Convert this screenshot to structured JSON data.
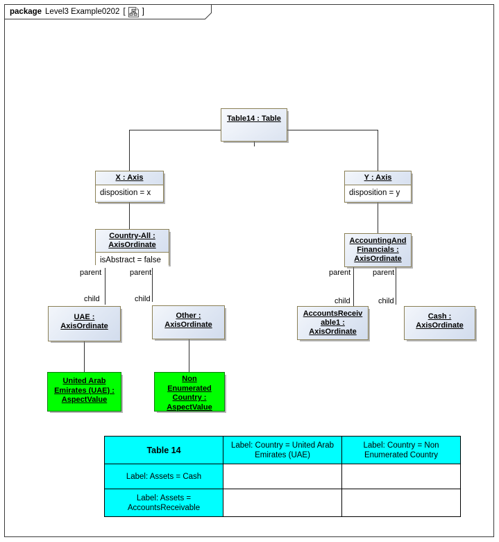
{
  "frame": {
    "keyword": "package",
    "name": "Level3 Example0202",
    "bracket_open": "[",
    "tab_icon": "package-diagram-icon",
    "diagram_name": "Level3 Example0202",
    "bracket_close": "]"
  },
  "nodes": {
    "table14": {
      "title": "Table14 : Table"
    },
    "x_axis": {
      "title": "X : Axis",
      "attribute": "disposition = x"
    },
    "y_axis": {
      "title": "Y : Axis",
      "attribute": "disposition = y"
    },
    "country_all": {
      "title": "Country-All :\nAxisOrdinate",
      "attribute": "isAbstract = false"
    },
    "accounting_financials": {
      "title": "AccountingAnd\nFinancials :\nAxisOrdinate"
    },
    "uae": {
      "title": "UAE :\nAxisOrdinate"
    },
    "other": {
      "title": "Other :\nAxisOrdinate"
    },
    "accounts_receivable1": {
      "title": "AccountsReceiv\nable1 :\nAxisOrdinate"
    },
    "cash": {
      "title": "Cash :\nAxisOrdinate"
    },
    "uae_aspect": {
      "title": "United Arab\nEmirates (UAE) :\nAspectValue"
    },
    "other_aspect": {
      "title": "Non\nEnumerated\nCountry :\nAspectValue"
    }
  },
  "edge_labels": {
    "parent": "parent",
    "child": "child"
  },
  "table": {
    "corner_label": "Table 14",
    "column_headers": [
      "Label: Country = United Arab Emirates (UAE)",
      "Label: Country = Non Enumerated Country"
    ],
    "row_headers": [
      "Label: Assets = Cash",
      "Label: Assets = AccountsReceivable"
    ],
    "cells": [
      [
        "",
        ""
      ],
      [
        "",
        ""
      ]
    ]
  },
  "colors": {
    "aspect_fill": "#00ff00",
    "table_header_fill": "#00ffff",
    "node_border": "#8a7f55",
    "connector": "#2d2d2d",
    "frame_border": "#3a3a3a"
  }
}
